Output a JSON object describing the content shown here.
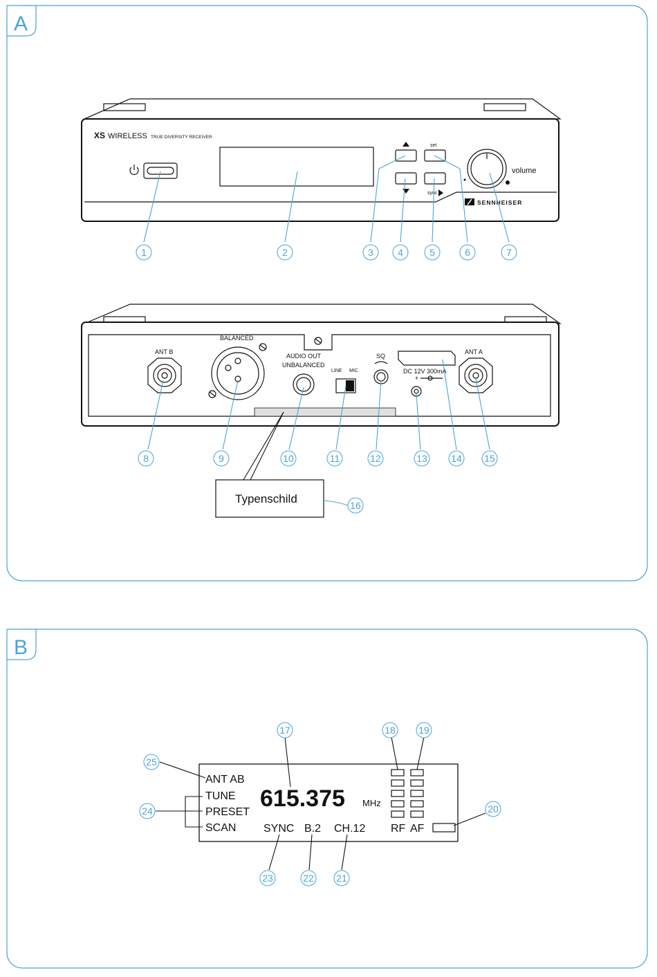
{
  "panels": [
    {
      "letter": "A"
    },
    {
      "letter": "B"
    }
  ],
  "front": {
    "brand": "XS",
    "model": "WIRELESS",
    "subtitle": "TRUE DIVERSITY RECEIVER",
    "set_label": "set",
    "sync_label": "sync",
    "volume_label": "volume",
    "logo_text": "SENNHEISER"
  },
  "rear": {
    "ant_b": "ANT B",
    "balanced": "BALANCED",
    "audio_out_1": "AUDIO OUT",
    "audio_out_2": "UNBALANCED",
    "line": "LINE",
    "mic": "MIC",
    "sq": "SQ",
    "dc": "DC 12V 300mA",
    "ant_a": "ANT A",
    "typenschild": "Typenschild"
  },
  "lcd": {
    "ant": "ANT AB",
    "tune": "TUNE",
    "preset": "PRESET",
    "scan": "SCAN",
    "frequency": "615.375",
    "unit": "MHz",
    "sync": "SYNC",
    "bank": "B.2",
    "channel": "CH.12",
    "rf": "RF",
    "af": "AF"
  },
  "callouts": [
    "1",
    "2",
    "3",
    "4",
    "5",
    "6",
    "7",
    "8",
    "9",
    "10",
    "11",
    "12",
    "13",
    "14",
    "15",
    "16",
    "17",
    "18",
    "19",
    "20",
    "21",
    "22",
    "23",
    "24",
    "25"
  ]
}
